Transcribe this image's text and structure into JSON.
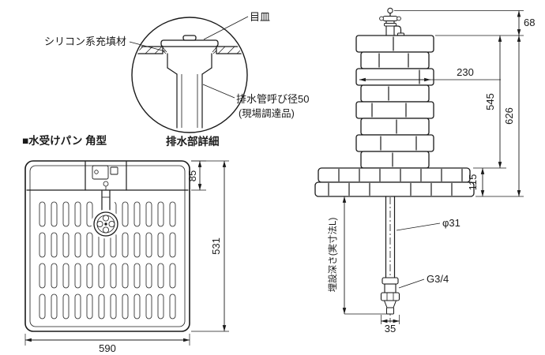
{
  "canvas": {
    "background": "#ffffff",
    "ink": "#1a1a1a"
  },
  "detail_view": {
    "title": "排水部詳細",
    "labels": {
      "strainer": "目皿",
      "silicone_filler": "シリコン系充填材",
      "drain_pipe_size": "排水管呼び径50",
      "drain_pipe_note": "(現場調達品)"
    }
  },
  "plan_view": {
    "title": "■水受けパン 角型",
    "dims": {
      "ledge_depth": "85",
      "overall_depth": "531",
      "overall_width": "590"
    }
  },
  "elevation_view": {
    "dims": {
      "faucet_height": "68",
      "column_width": "230",
      "overall_height": "626",
      "column_height": "545",
      "base_height": "115",
      "pipe_diameter": "φ31",
      "thread_size": "G3/4",
      "bottom_offset": "35",
      "burial_depth": "埋設深さ(実寸法L)"
    }
  }
}
